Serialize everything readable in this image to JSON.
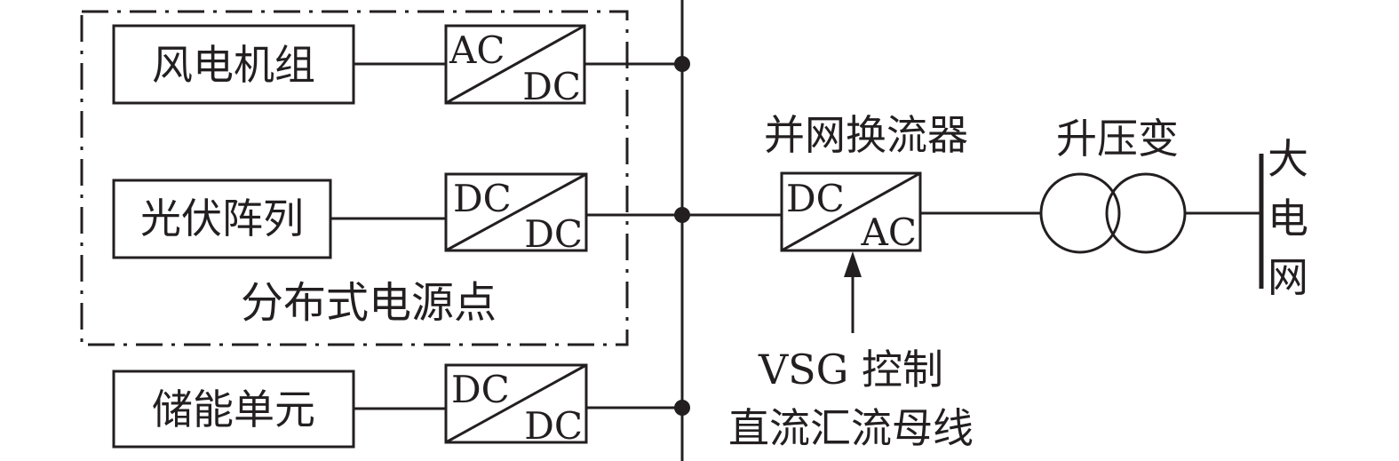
{
  "sources": {
    "wind": {
      "label": "风电机组",
      "converter_top": "AC",
      "converter_bottom": "DC"
    },
    "pv": {
      "label": "光伏阵列",
      "converter_top": "DC",
      "converter_bottom": "DC"
    },
    "storage": {
      "label": "储能单元",
      "converter_top": "DC",
      "converter_bottom": "DC"
    }
  },
  "group_label": "分布式电源点",
  "grid_converter": {
    "label": "并网换流器",
    "top": "DC",
    "bottom": "AC"
  },
  "transformer_label": "升压变",
  "grid_label": [
    "大",
    "电",
    "网"
  ],
  "control_label": "VSG 控制",
  "bus_label": "直流汇流母线"
}
